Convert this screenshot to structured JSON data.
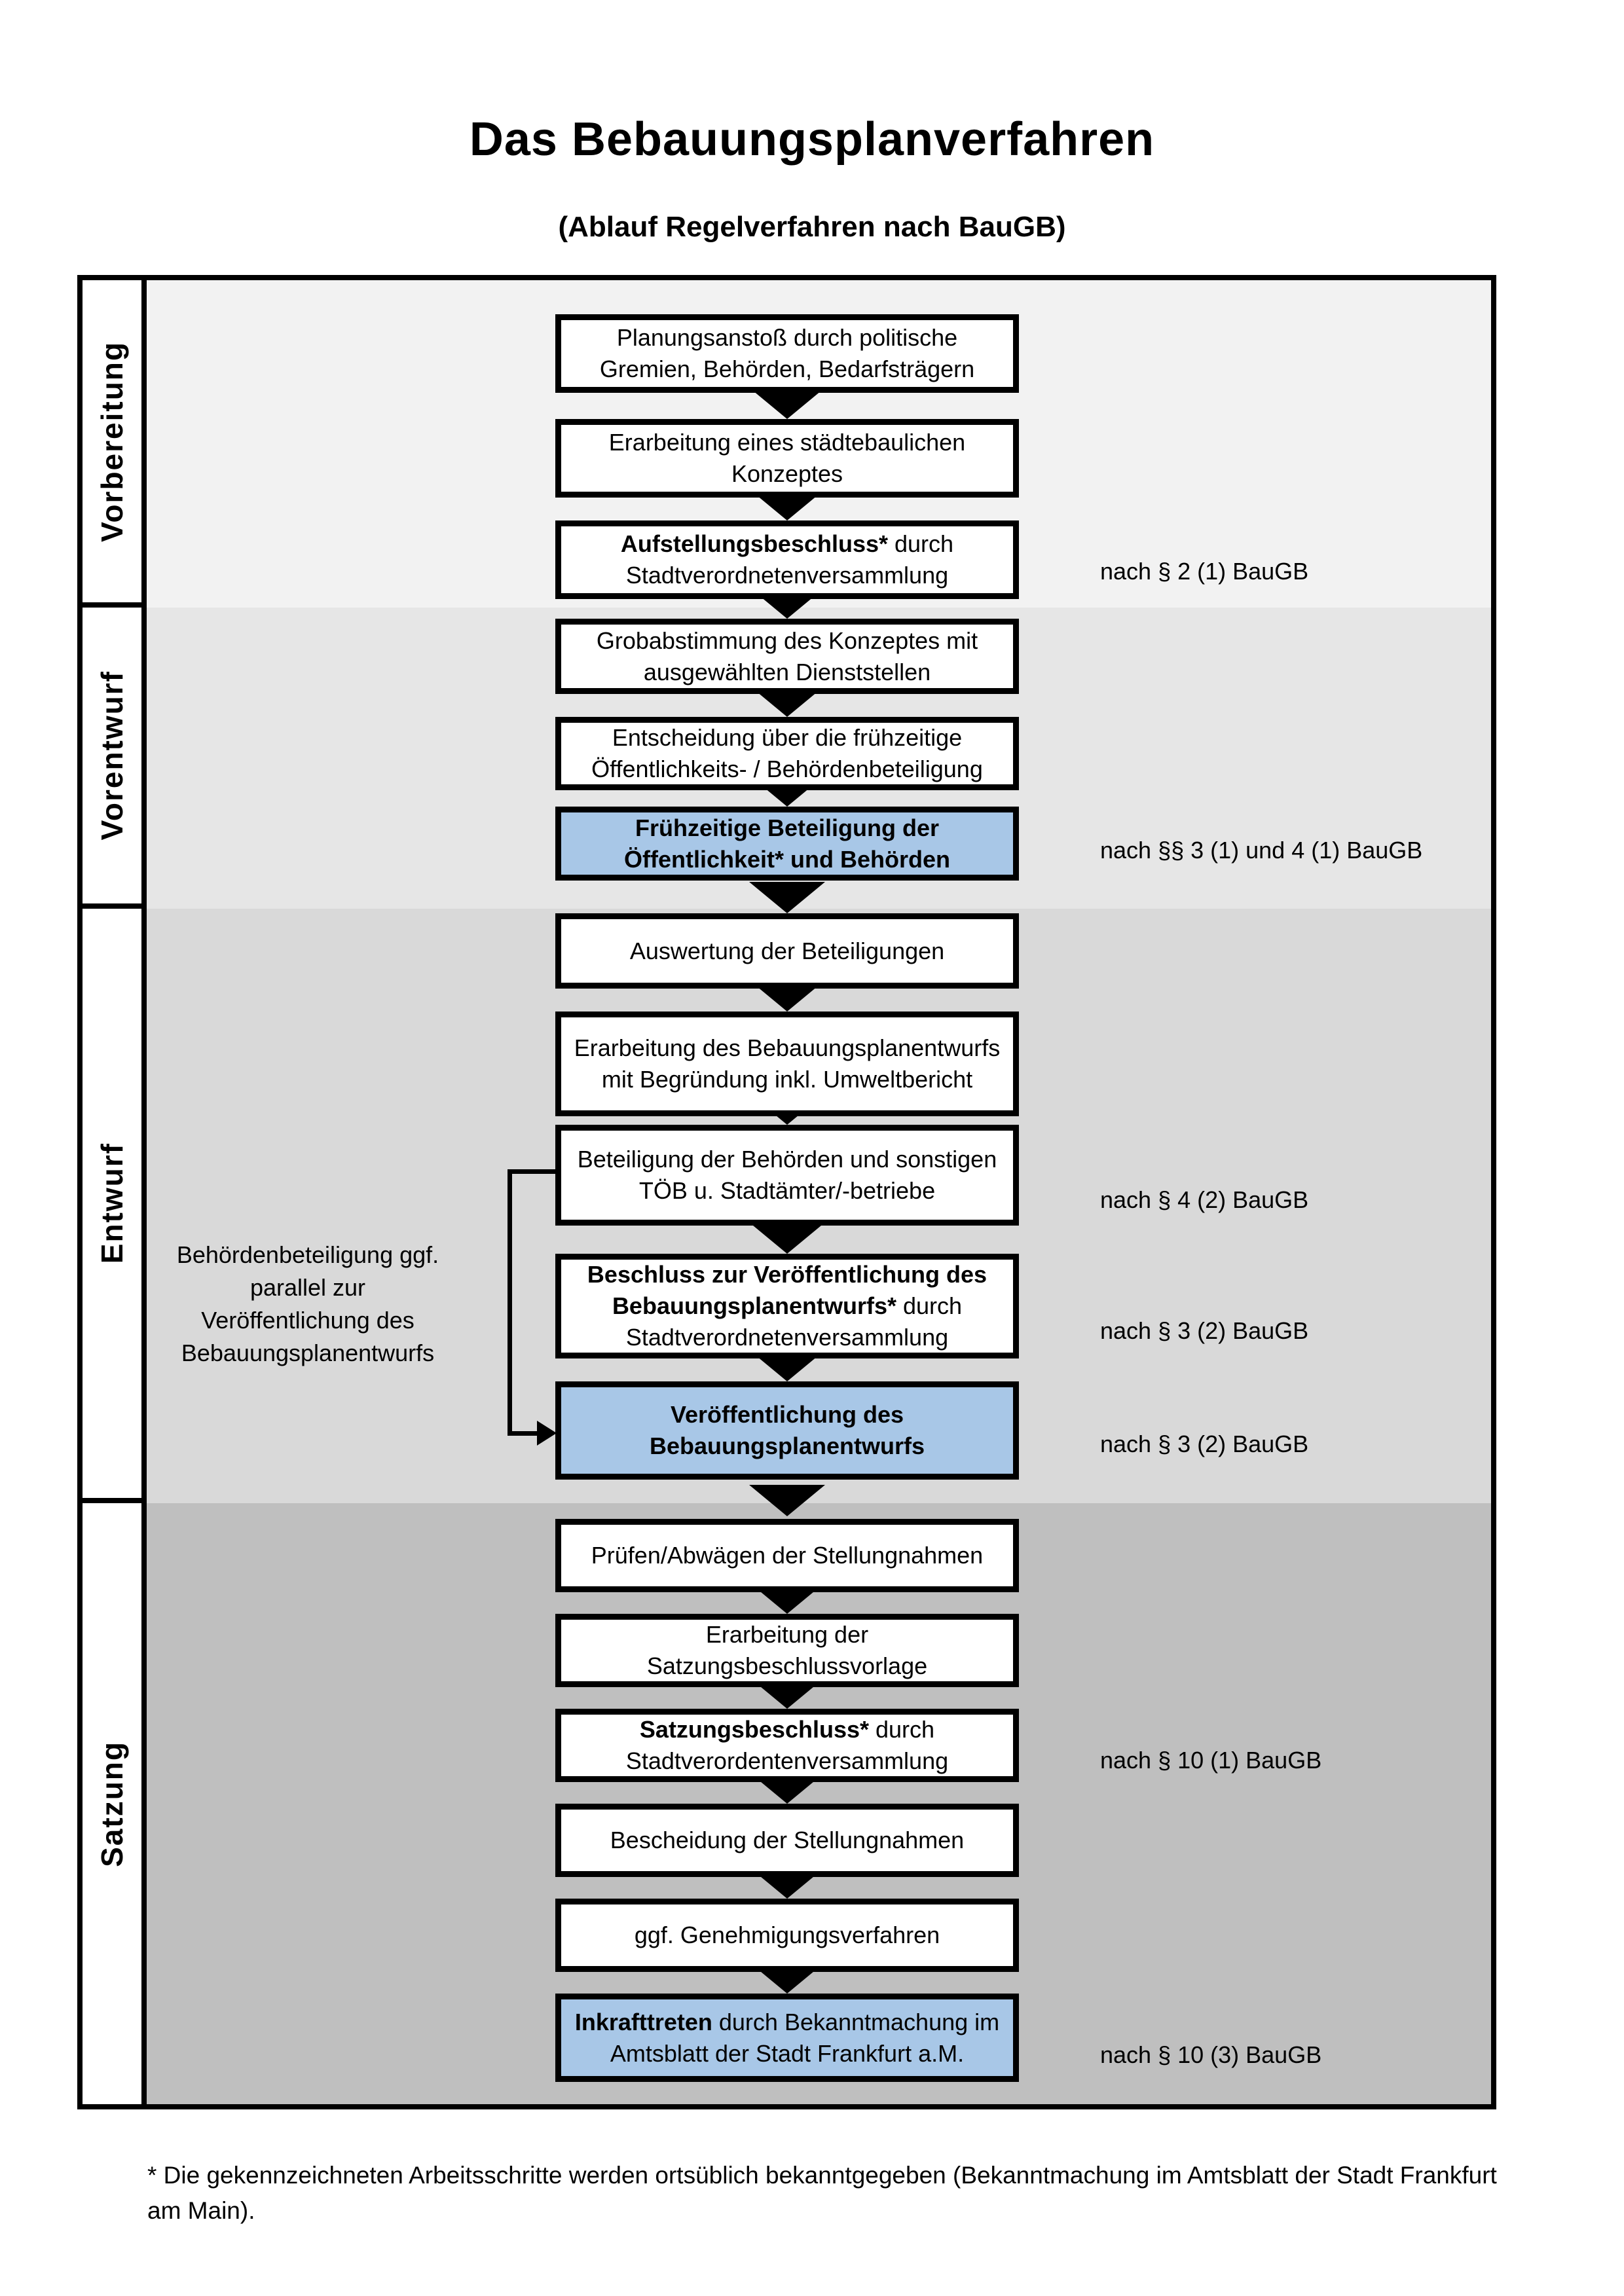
{
  "title": "Das Bebauungsplanverfahren",
  "subtitle": "(Ablauf Regelverfahren nach BauGB)",
  "phases": [
    {
      "label": "Vorbereitung"
    },
    {
      "label": "Vorentwurf"
    },
    {
      "label": "Entwurf"
    },
    {
      "label": "Satzung"
    }
  ],
  "steps": [
    {
      "bold": "",
      "rest": "Planungsanstoß durch politische Gremien, Behörden, Bedarfsträgern",
      "highlighted": false
    },
    {
      "bold": "",
      "rest": "Erarbeitung eines städtebaulichen Konzeptes",
      "highlighted": false
    },
    {
      "bold": "Aufstellungsbeschluss*",
      "rest": " durch Stadtverordnetenversammlung",
      "highlighted": false
    },
    {
      "bold": "",
      "rest": "Grobabstimmung des Konzeptes mit ausgewählten Dienststellen",
      "highlighted": false
    },
    {
      "bold": "",
      "rest": "Entscheidung über die frühzeitige Öffentlichkeits- / Behördenbeteiligung",
      "highlighted": false
    },
    {
      "bold": "Frühzeitige Beteiligung der Öffentlichkeit* und Behörden",
      "rest": "",
      "highlighted": true
    },
    {
      "bold": "",
      "rest": "Auswertung der Beteiligungen",
      "highlighted": false
    },
    {
      "bold": "",
      "rest": "Erarbeitung des Bebauungsplanentwurfs mit Begründung inkl. Umweltbericht",
      "highlighted": false
    },
    {
      "bold": "",
      "rest": "Beteiligung der Behörden und sonstigen TÖB u. Stadtämter/-betriebe",
      "highlighted": false
    },
    {
      "bold": "Beschluss zur Veröffentlichung des Bebauungsplanentwurfs*",
      "rest": " durch Stadtverordnetenversammlung",
      "highlighted": false
    },
    {
      "bold": "Veröffentlichung des Bebauungsplanentwurfs",
      "rest": "",
      "highlighted": true
    },
    {
      "bold": "",
      "rest": "Prüfen/Abwägen der Stellungnahmen",
      "highlighted": false
    },
    {
      "bold": "",
      "rest": "Erarbeitung der Satzungsbeschlussvorlage",
      "highlighted": false
    },
    {
      "bold": "Satzungsbeschluss*",
      "rest": " durch Stadtverordentenversammlung",
      "highlighted": false
    },
    {
      "bold": "",
      "rest": "Bescheidung der Stellungnahmen",
      "highlighted": false
    },
    {
      "bold": "",
      "rest": "ggf. Genehmigungsverfahren",
      "highlighted": false
    },
    {
      "bold": "Inkrafttreten",
      "rest": " durch Bekanntmachung im Amtsblatt der Stadt Frankfurt a.M.",
      "highlighted": true
    }
  ],
  "legal_notes": [
    {
      "text": "nach § 2 (1) BauGB"
    },
    {
      "text": "nach §§ 3 (1) und 4 (1) BauGB"
    },
    {
      "text": "nach § 4 (2) BauGB"
    },
    {
      "text": "nach § 3 (2) BauGB"
    },
    {
      "text": "nach § 3 (2) BauGB"
    },
    {
      "text": "nach § 10 (1) BauGB"
    },
    {
      "text": "nach § 10 (3) BauGB"
    }
  ],
  "side_note": {
    "text": "Behördenbeteiligung ggf. parallel zur Veröffentlichung des Bebauungsplanentwurfs"
  },
  "footnote": "* Die gekennzeichneten Arbeitsschritte werden ortsüblich bekanntgegeben (Bekanntmachung im Amtsblatt  der Stadt Frankfurt am Main).",
  "colors": {
    "highlight_box": "#a8c7e7",
    "phase_bands": [
      "#f2f2f2",
      "#e6e6e6",
      "#d9d9d9",
      "#bfbfbf"
    ],
    "box_border": "#000000"
  }
}
